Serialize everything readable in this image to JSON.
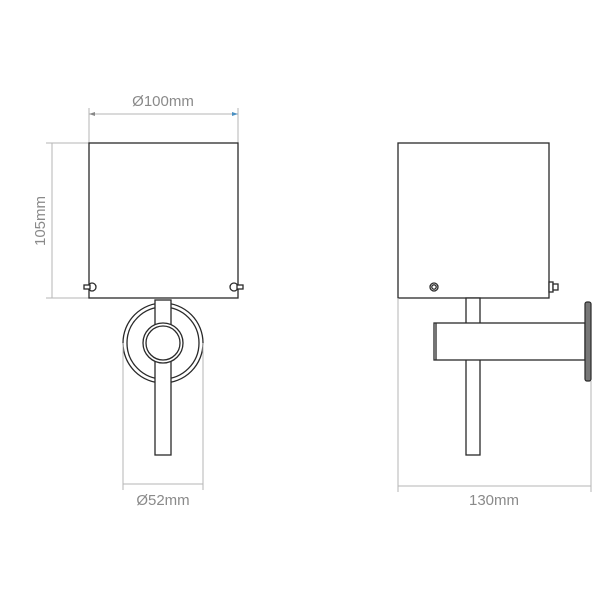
{
  "front_view": {
    "width_label": "Ø100mm",
    "height_label": "105mm",
    "base_label": "Ø52mm"
  },
  "side_view": {
    "depth_label": "130mm"
  },
  "colors": {
    "outline": "#2a2a2a",
    "dimension": "#b5b5b5",
    "arrow_accent": "#4a90c2"
  }
}
